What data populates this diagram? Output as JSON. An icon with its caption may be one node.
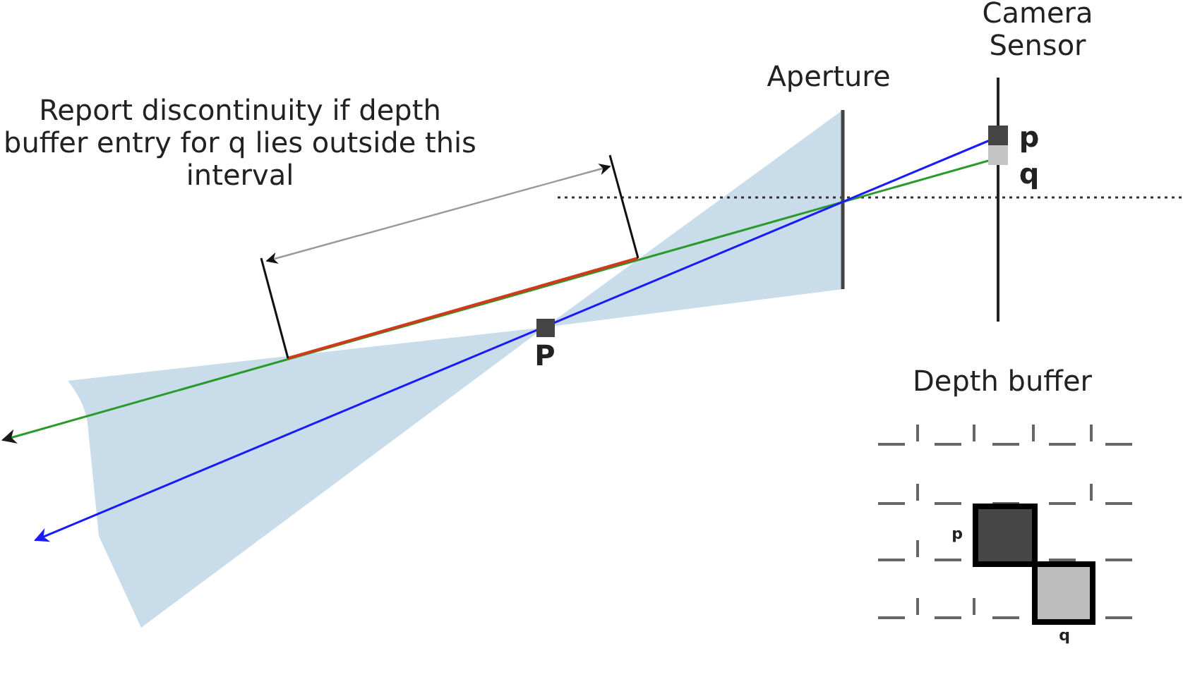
{
  "diagram": {
    "labels": [
      "Camera Sensor",
      "Aperture",
      "p",
      "q",
      "Report discontinuity if depth buffer entry for q lies outside this interval",
      "P",
      "Depth buffer",
      "p",
      "q"
    ]
  }
}
